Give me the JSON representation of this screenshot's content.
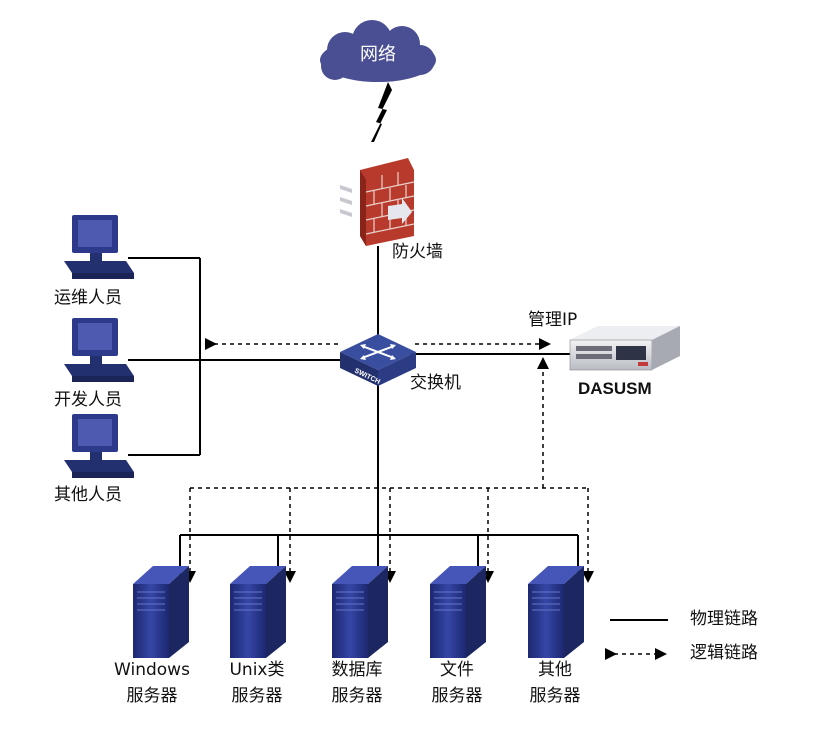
{
  "network": {
    "label": "网络"
  },
  "firewall": {
    "label": "防火墙"
  },
  "switch": {
    "label": "交换机",
    "badge": "SWITCH"
  },
  "appliance": {
    "mgmt_label": "管理IP",
    "name": "DASUSM"
  },
  "personnel": [
    {
      "label": "运维人员"
    },
    {
      "label": "开发人员"
    },
    {
      "label": "其他人员"
    }
  ],
  "servers": [
    {
      "line1": "Windows",
      "line2": "服务器"
    },
    {
      "line1": "Unix类",
      "line2": "服务器"
    },
    {
      "line1": "数据库",
      "line2": "服务器"
    },
    {
      "line1": "文件",
      "line2": "服务器"
    },
    {
      "line1": "其他",
      "line2": "服务器"
    }
  ],
  "legend": {
    "physical": "物理链路",
    "logical": "逻辑链路"
  },
  "colors": {
    "cloud": "#4a4e92",
    "firewall": "#b83a2c",
    "switch": "#3a4ea0",
    "pc": "#2d3a8c",
    "server": "#2a3790"
  }
}
